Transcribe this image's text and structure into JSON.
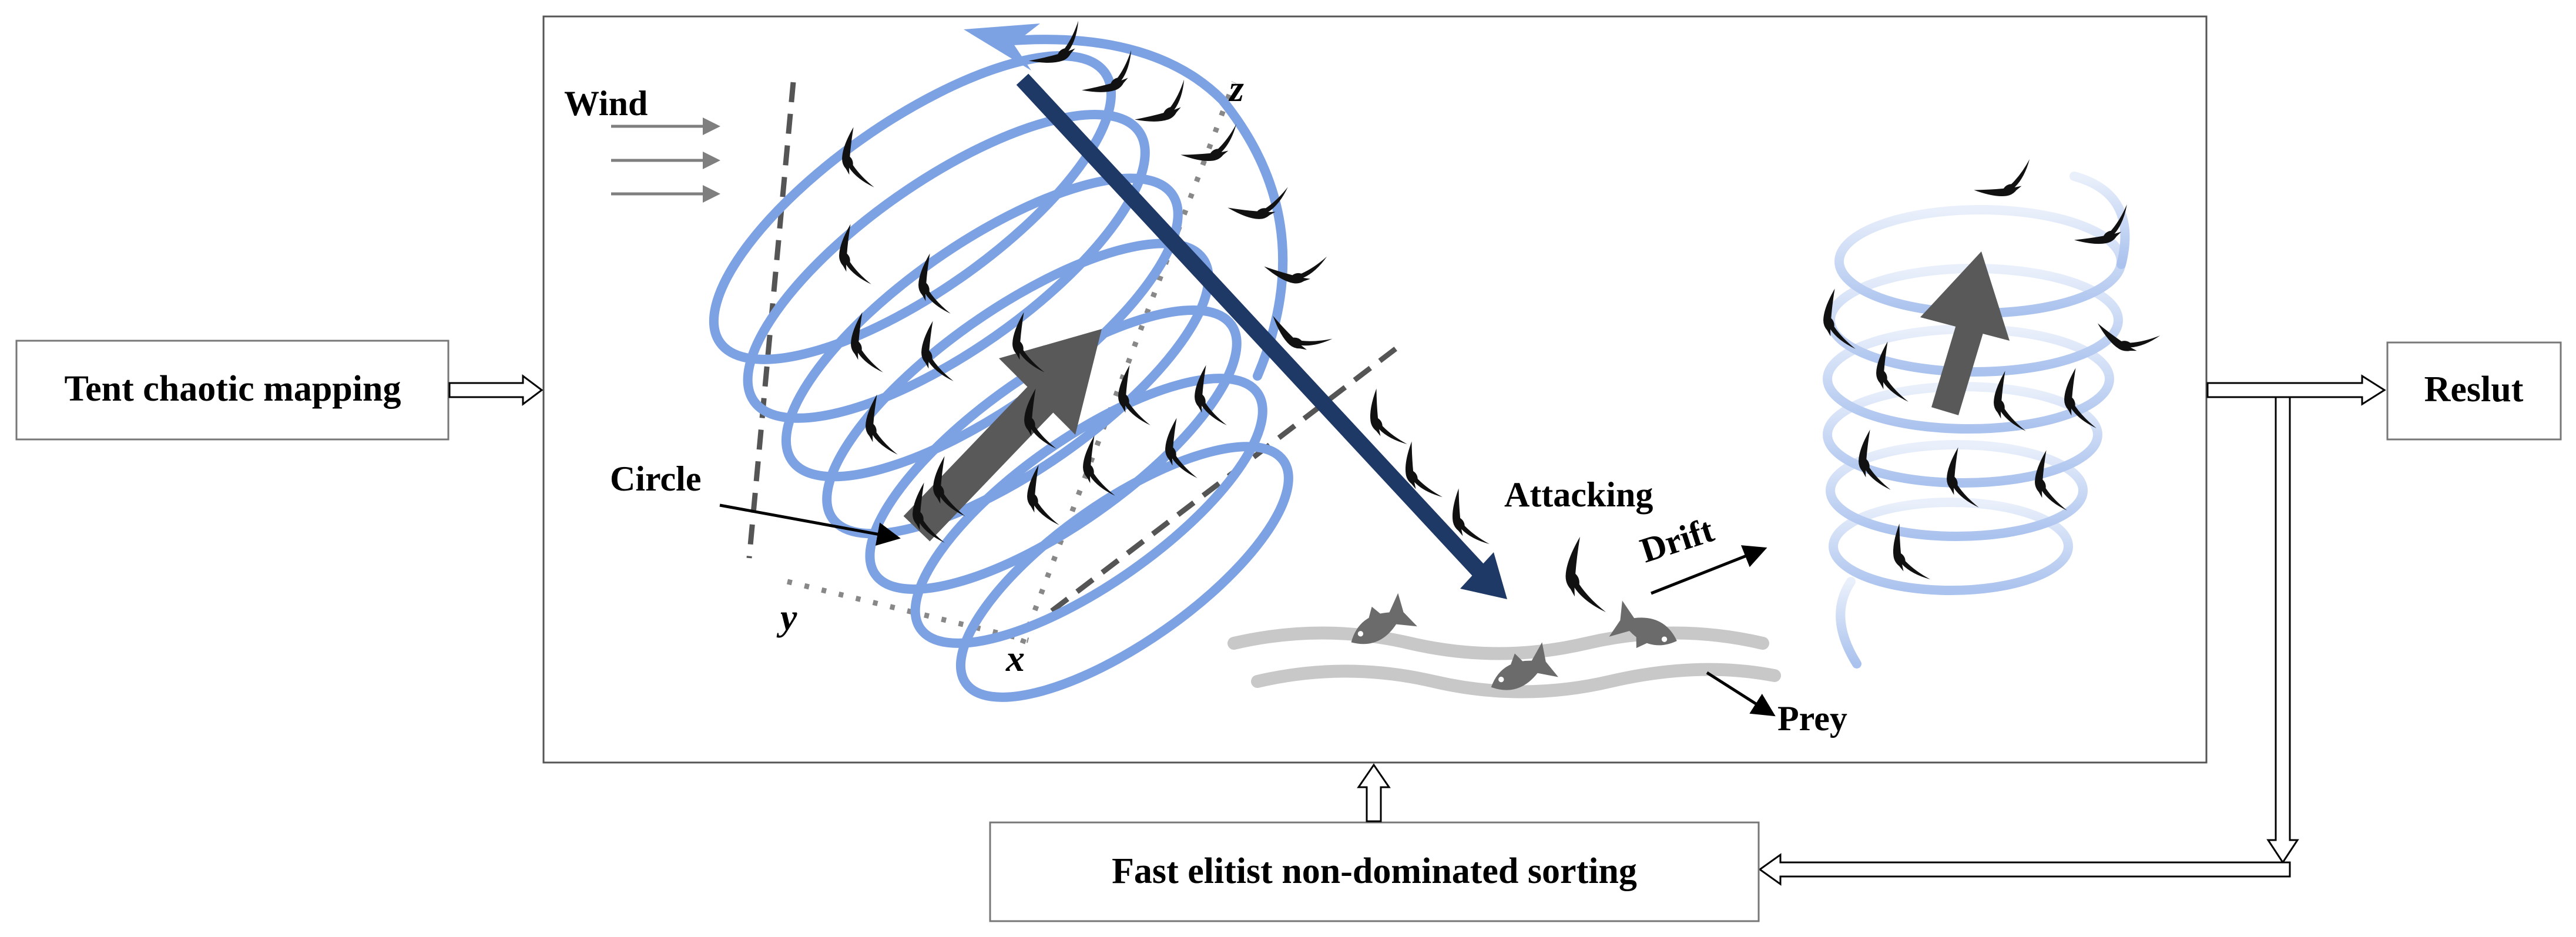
{
  "boxes": {
    "tent": "Tent chaotic mapping",
    "result": "Reslut",
    "sorting": "Fast elitist non-dominated sorting"
  },
  "labels": {
    "wind": "Wind",
    "circle": "Circle",
    "attacking": "Attacking",
    "drift": "Drift",
    "prey": "Prey"
  },
  "axes": {
    "x": "x",
    "y": "y",
    "z": "z"
  },
  "colors": {
    "spiral": "#7da2e3",
    "spiral_faded": "#c9d8f4",
    "attack_arrow": "#1f3966",
    "thick_arrow": "#595959",
    "bird": "#111111",
    "fish": "#6b6b6b",
    "wave": "#c8c8c8"
  },
  "icons": [
    "albatross-icon",
    "fish-icon",
    "hollow-arrow-icon"
  ]
}
